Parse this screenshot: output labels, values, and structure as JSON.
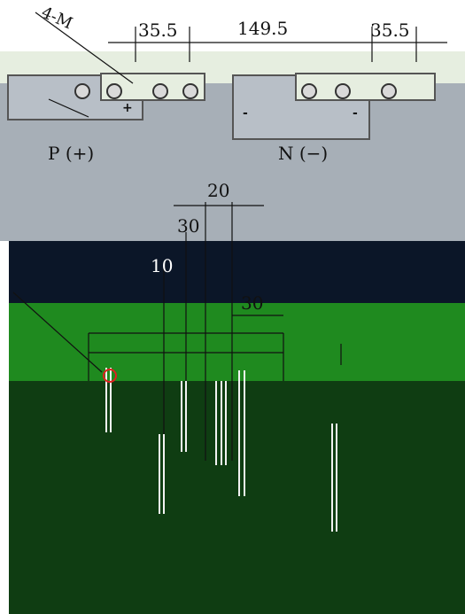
{
  "top_dims": {
    "left": "35.5",
    "middle": "149.5",
    "right": "35.5",
    "hole_callout": "4-M"
  },
  "terminals": {
    "positive_label": "P (+)",
    "negative_label": "N (−)",
    "plus_sign": "+",
    "minus_sign": "-"
  },
  "lower_dims": {
    "width_20": "20",
    "width_30": "30",
    "width_30_right": "30",
    "height_10": "10"
  },
  "colors": {
    "band_light": "#e6eee0",
    "band_gray": "#a7afb7",
    "band_navy": "#0b1628",
    "band_green": "#1f8a1f",
    "band_dark_green": "#0f3d12"
  }
}
